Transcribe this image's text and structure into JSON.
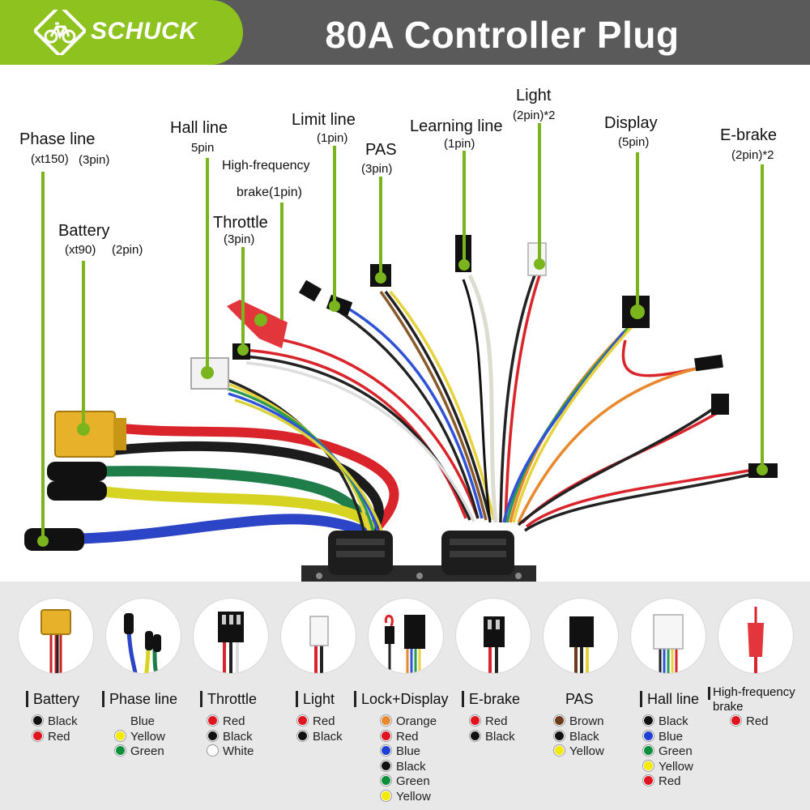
{
  "brand": {
    "name": "SCHUCK",
    "logo_icon": "bicycle-icon"
  },
  "title": "80A Controller Plug",
  "callouts": {
    "phase_line": {
      "label": "Phase line",
      "sub_a": "(xt150)",
      "sub_b": "(3pin)"
    },
    "battery": {
      "label": "Battery",
      "sub_a": "(xt90)",
      "sub_b": "(2pin)"
    },
    "hall_line": {
      "label": "Hall line",
      "sub": "5pin"
    },
    "high_freq_brake": {
      "line1": "High-frequency",
      "line2": "brake(1pin)"
    },
    "throttle": {
      "label": "Throttle",
      "sub": "(3pin)"
    },
    "limit_line": {
      "label": "Limit line",
      "sub": "(1pin)"
    },
    "pas": {
      "label": "PAS",
      "sub": "(3pin)"
    },
    "learning_line": {
      "label": "Learning line",
      "sub": "(1pin)"
    },
    "light": {
      "label": "Light",
      "sub": "(2pin)*2"
    },
    "display": {
      "label": "Display",
      "sub": "(5pin)"
    },
    "ebrake": {
      "label": "E-brake",
      "sub": "(2pin)*2"
    }
  },
  "colors": {
    "accent_green": "#8dc21f",
    "header_gray": "#5a5a5a",
    "black": "#111111",
    "red": "#e0141e",
    "blue": "#1f3fd6",
    "yellow": "#f4ea00",
    "green": "#0c8f3a",
    "white": "#ffffff",
    "orange": "#e9892e",
    "brown": "#6b3b1a"
  },
  "legend": [
    {
      "title": "Battery",
      "icon": "xt90-connector-icon",
      "wires": [
        {
          "color": "Black",
          "hex": "#111111"
        },
        {
          "color": "Red",
          "hex": "#e0141e"
        }
      ]
    },
    {
      "title": "Phase line",
      "icon": "phase-connector-icon",
      "wires": [
        {
          "color": "Blue",
          "hex": ""
        },
        {
          "color": "Yellow",
          "hex": "#f4ea00"
        },
        {
          "color": "Green",
          "hex": "#0c8f3a"
        }
      ]
    },
    {
      "title": "Throttle",
      "icon": "throttle-connector-icon",
      "wires": [
        {
          "color": "Red",
          "hex": "#e0141e"
        },
        {
          "color": "Black",
          "hex": "#111111"
        },
        {
          "color": "White",
          "hex": "#ffffff"
        }
      ]
    },
    {
      "title": "Light",
      "icon": "light-connector-icon",
      "wires": [
        {
          "color": "Red",
          "hex": "#e0141e"
        },
        {
          "color": "Black",
          "hex": "#111111"
        }
      ]
    },
    {
      "title": "Lock+Display",
      "icon": "display-connector-icon",
      "wires": [
        {
          "color": "Orange",
          "hex": "#e9892e"
        },
        {
          "color": "Red",
          "hex": "#e0141e"
        },
        {
          "color": "Blue",
          "hex": "#1f3fd6"
        },
        {
          "color": "Black",
          "hex": "#111111"
        },
        {
          "color": "Green",
          "hex": "#0c8f3a"
        },
        {
          "color": "Yellow",
          "hex": "#f4ea00"
        }
      ]
    },
    {
      "title": "E-brake",
      "icon": "ebrake-connector-icon",
      "wires": [
        {
          "color": "Red",
          "hex": "#e0141e"
        },
        {
          "color": "Black",
          "hex": "#111111"
        }
      ]
    },
    {
      "title": "PAS",
      "icon": "pas-connector-icon",
      "wires": [
        {
          "color": "Brown",
          "hex": "#6b3b1a"
        },
        {
          "color": "Black",
          "hex": "#111111"
        },
        {
          "color": "Yellow",
          "hex": "#f4ea00"
        }
      ]
    },
    {
      "title": "Hall line",
      "icon": "hall-connector-icon",
      "wires": [
        {
          "color": "Black",
          "hex": "#111111"
        },
        {
          "color": "Blue",
          "hex": "#1f3fd6"
        },
        {
          "color": "Green",
          "hex": "#0c8f3a"
        },
        {
          "color": "Yellow",
          "hex": "#f4ea00"
        },
        {
          "color": "Red",
          "hex": "#e0141e"
        }
      ]
    },
    {
      "title": "High-frequency brake",
      "icon": "hf-brake-connector-icon",
      "wires": [
        {
          "color": "Red",
          "hex": "#e0141e"
        }
      ]
    }
  ]
}
